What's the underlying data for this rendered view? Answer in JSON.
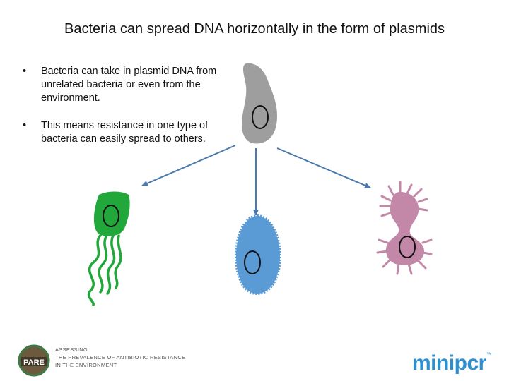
{
  "slide": {
    "title": "Bacteria can spread DNA horizontally in the form of plasmids",
    "bullets": [
      {
        "marker": "•",
        "text": "Bacteria can take in plasmid DNA from unrelated bacteria or even from the environment."
      },
      {
        "marker": "•",
        "text": "This means resistance in one type of bacteria can easily spread to others."
      }
    ]
  },
  "diagram": {
    "colors": {
      "donor": "#9e9e9e",
      "green": "#22a83a",
      "blue": "#5b9bd5",
      "pink": "#c387a8",
      "arrow": "#4a7aad",
      "plasmid": "#111111"
    },
    "icons": [
      "donor-bacterium-icon",
      "green-flagellated-bacterium-icon",
      "blue-spiky-bacterium-icon",
      "pink-dividing-bacterium-icon",
      "plasmid-icon",
      "arrow-icon"
    ]
  },
  "footer": {
    "pare_badge": "PARE",
    "pare_lines": [
      "ASSESSING",
      "THE PREVALENCE OF ANTIBIOTIC RESISTANCE",
      "IN THE ENVIRONMENT"
    ],
    "minipcr_logo": "minipcr",
    "minipcr_tm": "™"
  }
}
